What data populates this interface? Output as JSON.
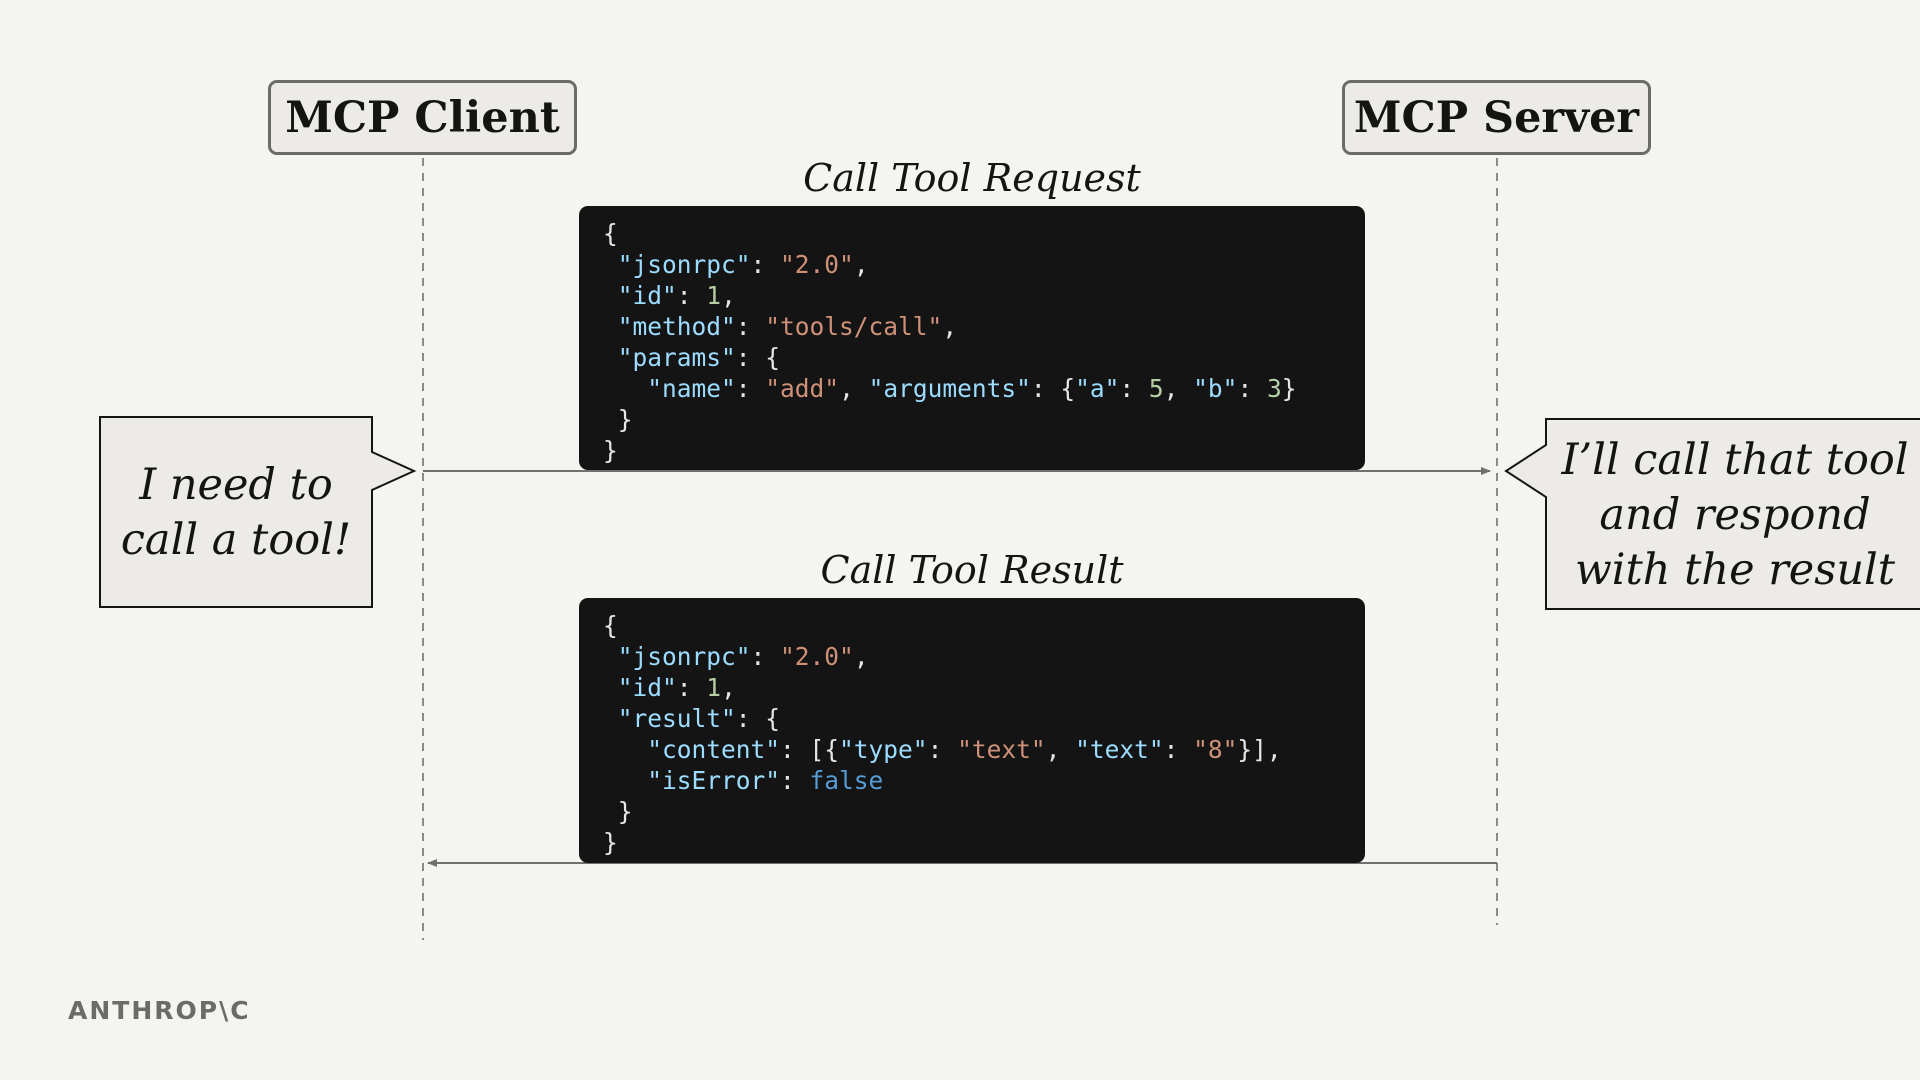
{
  "participants": {
    "client": "MCP Client",
    "server": "MCP Server"
  },
  "messages": {
    "request_title": "Call Tool Request",
    "result_title": "Call Tool Result"
  },
  "request_code": {
    "line1": "{",
    "jsonrpc_key": "\"jsonrpc\"",
    "jsonrpc_val": "\"2.0\"",
    "id_key": "\"id\"",
    "id_val": "1",
    "method_key": "\"method\"",
    "method_val": "\"tools/call\"",
    "params_key": "\"params\"",
    "name_key": "\"name\"",
    "name_val": "\"add\"",
    "arguments_key": "\"arguments\"",
    "a_key": "\"a\"",
    "a_val": "5",
    "b_key": "\"b\"",
    "b_val": "3"
  },
  "result_code": {
    "jsonrpc_key": "\"jsonrpc\"",
    "jsonrpc_val": "\"2.0\"",
    "id_key": "\"id\"",
    "id_val": "1",
    "result_key": "\"result\"",
    "content_key": "\"content\"",
    "type_key": "\"type\"",
    "type_val": "\"text\"",
    "text_key": "\"text\"",
    "text_val": "\"8\"",
    "iserror_key": "\"isError\"",
    "iserror_val": "false"
  },
  "bubbles": {
    "client_line1": "I need to",
    "client_line2": "call a tool!",
    "server_line1": "I’ll call that tool",
    "server_line2": "and respond",
    "server_line3": "with the result"
  },
  "logo": "ANTHROP\\C",
  "colors": {
    "background": "#f4f5f0",
    "code_bg": "#141414",
    "key": "#9cdcfe",
    "string": "#ce9178",
    "number": "#b5cea8",
    "boolean": "#569cd6"
  }
}
